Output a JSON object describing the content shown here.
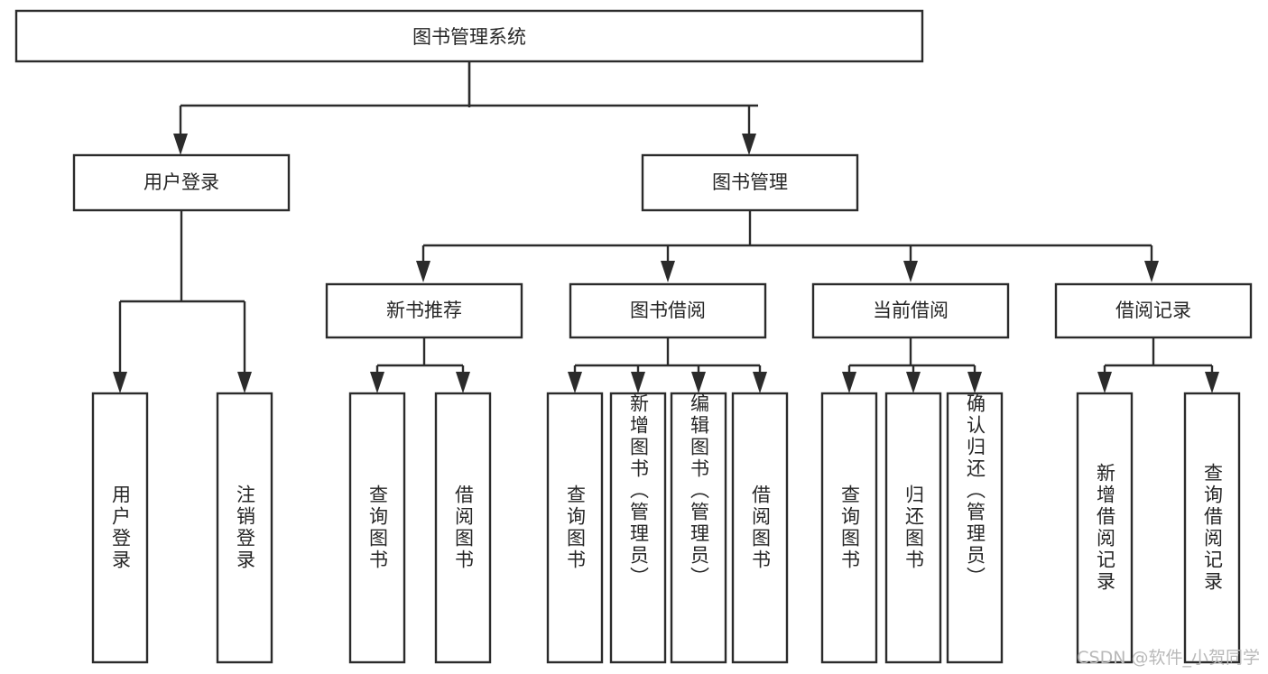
{
  "diagram": {
    "title": "图书管理系统",
    "type": "tree-hierarchy-chart",
    "root": {
      "label": "图书管理系统",
      "orientation": "horizontal"
    },
    "level2": [
      {
        "label": "用户登录",
        "orientation": "horizontal"
      },
      {
        "label": "图书管理",
        "orientation": "horizontal"
      }
    ],
    "level3": [
      {
        "label": "新书推荐",
        "orientation": "horizontal"
      },
      {
        "label": "图书借阅",
        "orientation": "horizontal"
      },
      {
        "label": "当前借阅",
        "orientation": "horizontal"
      },
      {
        "label": "借阅记录",
        "orientation": "horizontal"
      }
    ],
    "leaves": {
      "user_login": [
        {
          "label": "用户登录",
          "orientation": "vertical"
        },
        {
          "label": "注销登录",
          "orientation": "vertical"
        }
      ],
      "new_book_recommend": [
        {
          "label": "查询图书",
          "orientation": "vertical"
        },
        {
          "label": "借阅图书",
          "orientation": "vertical"
        }
      ],
      "book_borrow": [
        {
          "label": "查询图书",
          "orientation": "vertical"
        },
        {
          "label": "新增图书（管理员）",
          "orientation": "vertical"
        },
        {
          "label": "编辑图书（管理员）",
          "orientation": "vertical"
        },
        {
          "label": "借阅图书",
          "orientation": "vertical"
        }
      ],
      "current_borrow": [
        {
          "label": "查询图书",
          "orientation": "vertical"
        },
        {
          "label": "归还图书",
          "orientation": "vertical"
        },
        {
          "label": "确认归还（管理员）",
          "orientation": "vertical"
        }
      ],
      "borrow_record": [
        {
          "label": "新增借阅记录",
          "orientation": "vertical"
        },
        {
          "label": "查询借阅记录",
          "orientation": "vertical"
        }
      ]
    },
    "watermark": "CSDN @软件_小贺同学",
    "colors": {
      "background": "#ffffff",
      "box_fill": "#ffffff",
      "box_stroke": "#2b2b2b",
      "text": "#262626",
      "watermark": "#b9b9b9"
    }
  }
}
